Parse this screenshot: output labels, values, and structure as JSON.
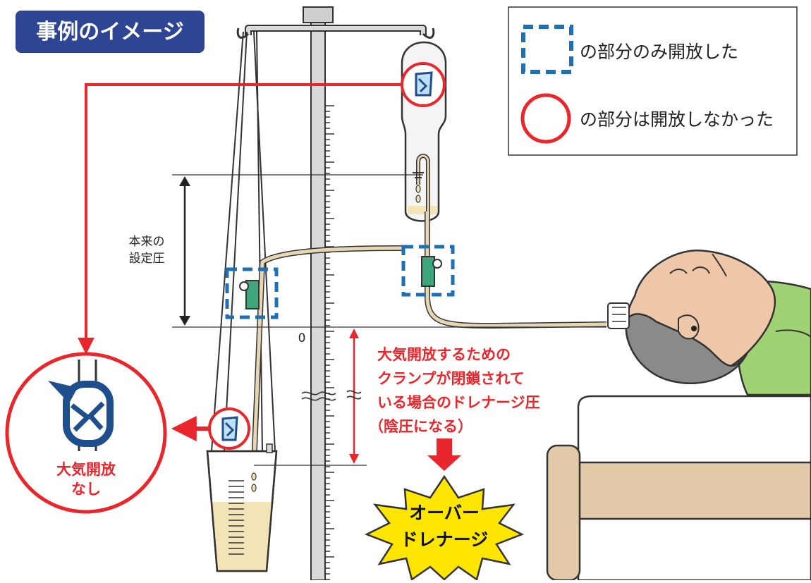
{
  "title_badge": {
    "text": "事例のイメージ",
    "color": "#2e4593"
  },
  "legend": {
    "dashed_label": "の部分のみ開放した",
    "circle_label": "の部分は開放しなかった",
    "dashed_color": "#1f6fb5",
    "circle_color": "#e8262b"
  },
  "labels": {
    "set_pressure_line1": "本来の",
    "set_pressure_line2": "設定圧",
    "zero_mark": "0",
    "drain_note_line1": "大気開放するための",
    "drain_note_line2": "クランプが閉鎖されて",
    "drain_note_line3": "いる場合のドレナージ圧",
    "drain_note_line4": "（陰圧になる）",
    "callout_line1": "大気開放",
    "callout_line2": "なし",
    "burst_line1": "オーバー",
    "burst_line2": "ドレナージ"
  },
  "icons": {
    "clamp_open": "green-open-clamp-icon",
    "clamp_closed": "blue-closed-clamp-icon",
    "patient": "patient-head-illustration",
    "stand": "iv-drip-stand",
    "burst": "starburst-shape"
  },
  "colors": {
    "red": "#e8262b",
    "blue": "#1f6fb5",
    "green": "#3ea67a",
    "tube": "#e6d6b4",
    "fluid": "#f3e4b8",
    "skin": "#eec7a8",
    "hair": "#8a8a8a",
    "shirt": "#9fd273",
    "bed": "#e2c9a8",
    "burst_fill": "#ffe600"
  }
}
